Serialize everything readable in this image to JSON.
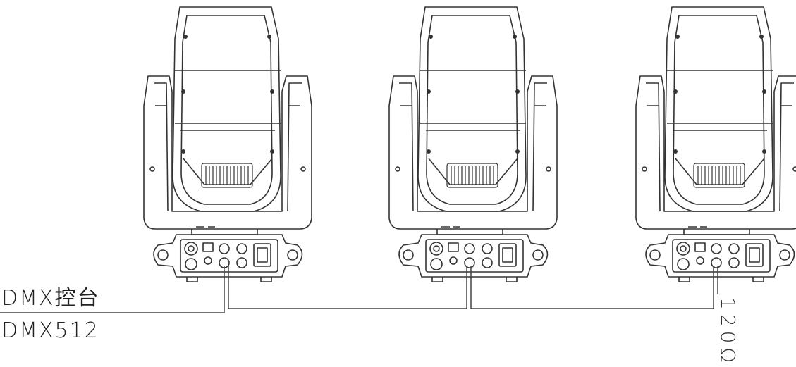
{
  "labels": {
    "console": "DMX控台",
    "signal": "DMX512",
    "terminator": "120Ω"
  },
  "fixtures": [
    {
      "id": "fixture-1"
    },
    {
      "id": "fixture-2"
    },
    {
      "id": "fixture-3"
    }
  ],
  "colors": {
    "line": "#333333",
    "background": "#ffffff"
  }
}
